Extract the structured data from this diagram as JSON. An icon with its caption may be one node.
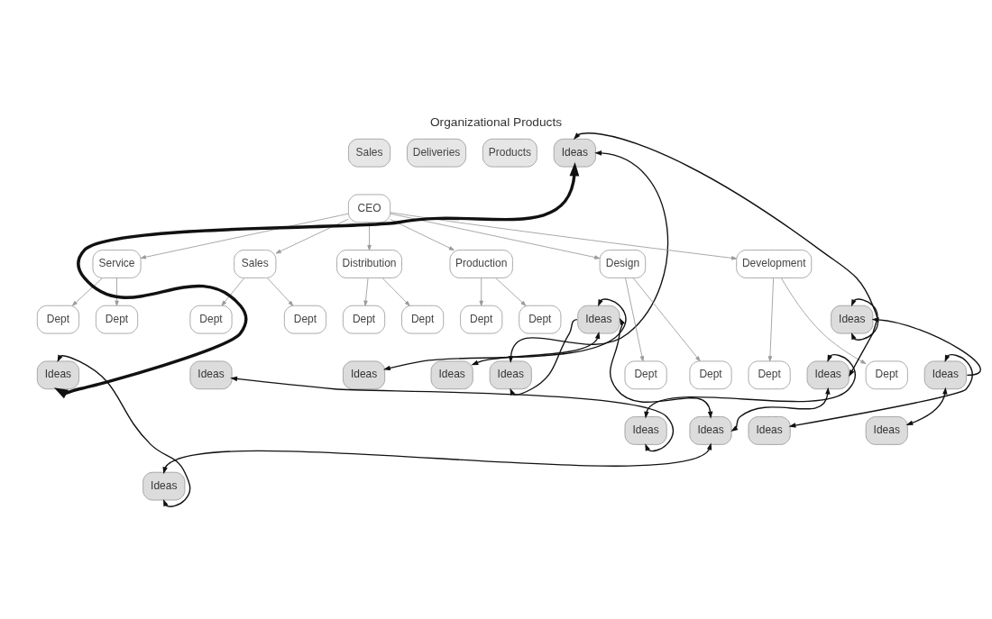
{
  "diagram": {
    "title": "Organizational Products",
    "nodes": [
      {
        "text": [
          "Sales"
        ]
      },
      {
        "text": [
          "Deliveries"
        ]
      },
      {
        "text": [
          "Products"
        ]
      },
      {
        "text": [
          "Ideas"
        ]
      },
      {
        "text": [
          "CEO"
        ]
      },
      {
        "text": [
          "Sales"
        ]
      },
      {
        "text": [
          "Production"
        ]
      },
      {
        "text": [
          "Ideas"
        ]
      },
      {
        "text": [
          "Development"
        ]
      },
      {
        "text": [
          "Ideas"
        ]
      },
      {
        "text": [
          "Service"
        ]
      },
      {
        "text": [
          "Distribution"
        ]
      },
      {
        "text": [
          "Design"
        ]
      },
      {
        "text": [
          "Ideas"
        ]
      },
      {
        "text": [
          "Ideas"
        ]
      },
      {
        "text": [
          "Ideas"
        ]
      },
      {
        "text": [
          "Ideas"
        ]
      },
      {
        "text": [
          "Dept"
        ]
      },
      {
        "text": [
          "Dept"
        ]
      },
      {
        "text": [
          "Dept"
        ]
      },
      {
        "text": [
          "Dept"
        ]
      },
      {
        "text": [
          "Dept"
        ]
      },
      {
        "text": [
          "Dept"
        ]
      },
      {
        "text": [
          "Dept"
        ]
      },
      {
        "text": [
          "Dept"
        ]
      },
      {
        "text": [
          "Dept"
        ]
      },
      {
        "text": [
          "Dept"
        ]
      },
      {
        "text": [
          "Dept"
        ]
      },
      {
        "text": [
          "Dept"
        ]
      },
      {
        "text": [
          "Ideas"
        ]
      },
      {
        "text": [
          "Ideas"
        ]
      },
      {
        "text": [
          "Ideas"
        ]
      },
      {
        "text": [
          "Ideas"
        ]
      },
      {
        "text": [
          "Ideas"
        ]
      },
      {
        "text": [
          "Ideas"
        ]
      },
      {
        "text": [
          "Ideas"
        ]
      },
      {
        "text": [
          "Ideas"
        ]
      }
    ],
    "edges": [
      {
        "from": 4,
        "to": 10,
        "arrow": "to"
      },
      {
        "from": 4,
        "to": 5,
        "arrow": "to"
      },
      {
        "from": 4,
        "to": 11,
        "arrow": "to"
      },
      {
        "from": 4,
        "to": 6,
        "arrow": "to"
      },
      {
        "from": 4,
        "to": 12,
        "arrow": "to"
      },
      {
        "from": 4,
        "to": 8,
        "arrow": "to"
      },
      {
        "from": 5,
        "to": 17,
        "arrow": "to"
      },
      {
        "from": 5,
        "to": 18,
        "arrow": "to"
      },
      {
        "from": 6,
        "to": 19,
        "arrow": "to"
      },
      {
        "from": 6,
        "to": 20,
        "arrow": "to"
      },
      {
        "from": 8,
        "to": 21,
        "arrow": "to"
      },
      {
        "from": 8,
        "to": 22,
        "arrow": "to"
      },
      {
        "from": 10,
        "to": 23,
        "arrow": "to"
      },
      {
        "from": 10,
        "to": 24,
        "arrow": "to"
      },
      {
        "from": 11,
        "to": 25,
        "arrow": "to"
      },
      {
        "from": 11,
        "to": 26,
        "arrow": "to"
      },
      {
        "from": 12,
        "to": 27,
        "arrow": "to"
      },
      {
        "from": 12,
        "to": 28,
        "arrow": "to"
      },
      {
        "from": 32,
        "to": 3,
        "arrow": "both",
        "style": "thick",
        "color": "#111111"
      },
      {
        "from": 32,
        "to": 13,
        "arrow": "both",
        "color": "#111111"
      },
      {
        "from": 31,
        "to": 13,
        "arrow": "both",
        "color": "#111111"
      },
      {
        "from": 33,
        "to": 35,
        "arrow": "both",
        "color": "#111111"
      },
      {
        "from": 14,
        "to": 29,
        "arrow": "both",
        "color": "#111111"
      },
      {
        "from": 14,
        "to": 36,
        "arrow": "both",
        "color": "#111111"
      },
      {
        "from": 14,
        "to": 31,
        "arrow": "both",
        "color": "#111111"
      },
      {
        "from": 14,
        "to": 7,
        "arrow": "to",
        "color": "#111111"
      },
      {
        "from": 15,
        "to": 31,
        "arrow": "both",
        "color": "#111111"
      },
      {
        "from": 15,
        "to": 35,
        "arrow": "both",
        "color": "#111111"
      },
      {
        "from": 16,
        "to": 30,
        "arrow": "both",
        "color": "#111111"
      },
      {
        "from": 16,
        "to": 34,
        "arrow": "both",
        "color": "#111111"
      },
      {
        "from": 9,
        "to": 3,
        "arrow": "both",
        "color": "#111111"
      },
      {
        "from": 15,
        "to": 9,
        "arrow": "both",
        "color": "#111111"
      },
      {
        "from": 16,
        "to": 9,
        "arrow": "to",
        "color": "#111111"
      },
      {
        "from": 3,
        "to": 7,
        "arrow": "both",
        "color": "#111111"
      }
    ]
  }
}
